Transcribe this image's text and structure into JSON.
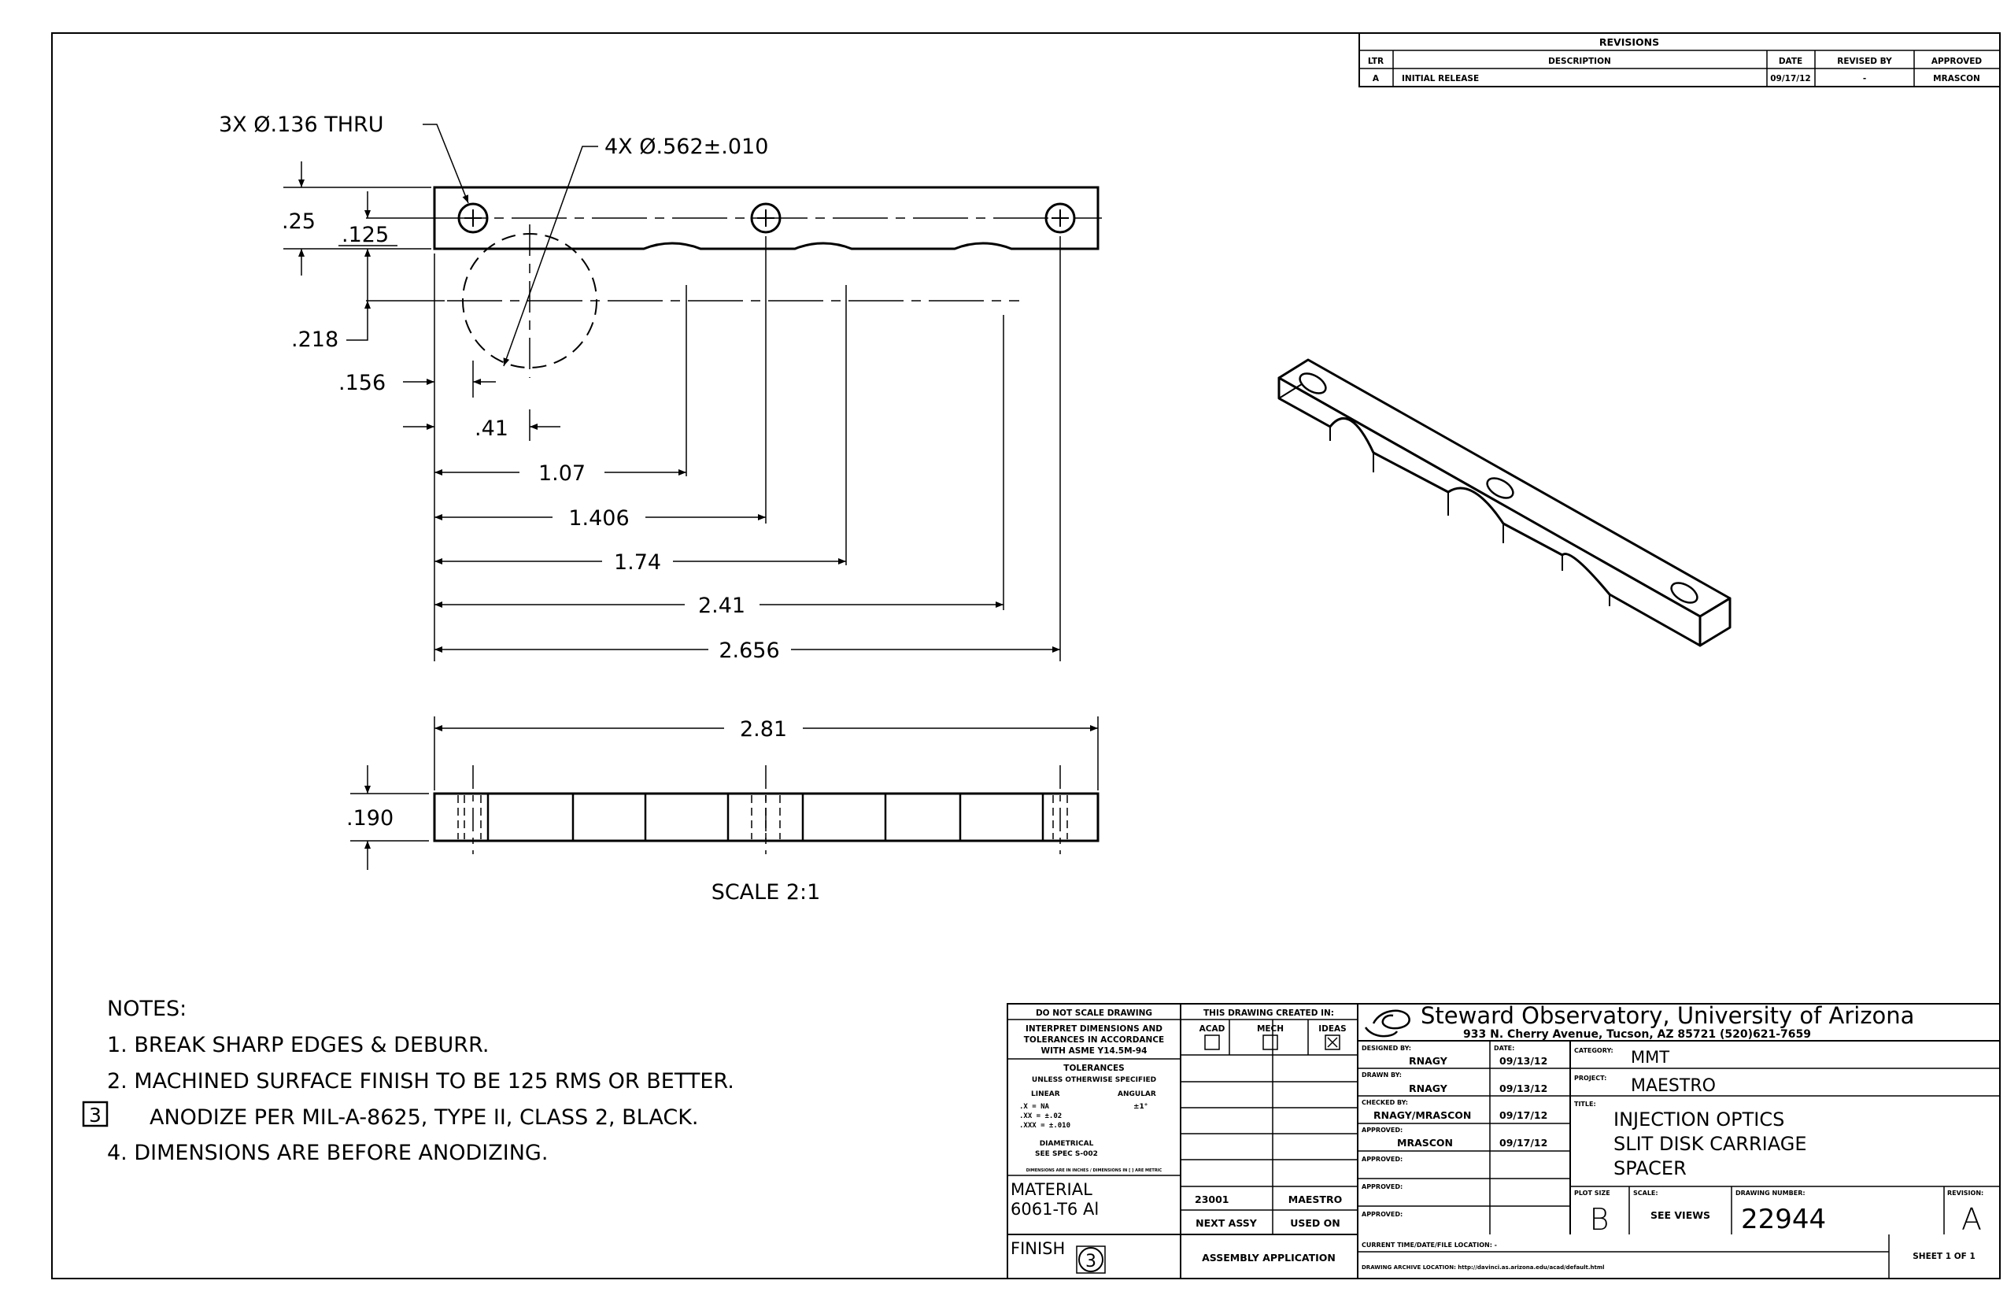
{
  "revisions": {
    "header": "REVISIONS",
    "columns": [
      "LTR",
      "DESCRIPTION",
      "DATE",
      "REVISED BY",
      "APPROVED"
    ],
    "rows": [
      {
        "ltr": "A",
        "description": "INITIAL RELEASE",
        "date": "09/17/12",
        "revised_by": "-",
        "approved": "MRASCON"
      }
    ]
  },
  "dimensions": {
    "hole_callout": "3X Ø.136 THRU",
    "bore_callout": "4X Ø.562±.010",
    "d_025": ".25",
    "d_0125": ".125",
    "d_0218": ".218",
    "d_0156": ".156",
    "d_041": ".41",
    "d_107": "1.07",
    "d_1406": "1.406",
    "d_174": "1.74",
    "d_241": "2.41",
    "d_2656": "2.656",
    "d_281": "2.81",
    "d_0190": ".190",
    "scale_note": "SCALE 2:1"
  },
  "notes": {
    "heading": "NOTES:",
    "items": [
      "1. BREAK SHARP EDGES & DEBURR.",
      "2. MACHINED SURFACE FINISH TO BE 125 RMS OR BETTER.",
      "ANODIZE PER MIL-A-8625, TYPE II, CLASS 2, BLACK.",
      "4. DIMENSIONS ARE BEFORE ANODIZING."
    ],
    "flag_number": "3"
  },
  "title_block": {
    "do_not_scale": "DO NOT SCALE DRAWING",
    "interpret_1": "INTERPRET DIMENSIONS AND",
    "interpret_2": "TOLERANCES IN ACCORDANCE",
    "interpret_3": "WITH ASME Y14.5M-94",
    "tolerances_heading": "TOLERANCES",
    "tolerances_sub": "UNLESS OTHERWISE SPECIFIED",
    "linear": "LINEAR",
    "angular": "ANGULAR",
    "tol_x": ".X   = NA",
    "tol_xx": ".XX  = ±.02",
    "tol_xxx": ".XXX = ±.010",
    "tol_angular": "±1°",
    "diametrical": "DIAMETRICAL",
    "see_spec": "SEE SPEC S-002",
    "dims_in_inches": "DIMENSIONS ARE IN INCHES / DIMENSIONS IN [ ] ARE METRIC",
    "material_label": "MATERIAL",
    "material_value": "6061-T6 Al",
    "finish_label": "FINISH",
    "finish_flag": "3",
    "created_in_label": "THIS DRAWING CREATED IN:",
    "created_in_options": [
      "ACAD",
      "MECH",
      "IDEAS"
    ],
    "created_in_checked": "IDEAS",
    "next_assy_value": "23001",
    "used_on_value": "MAESTRO",
    "next_assy_label": "NEXT ASSY",
    "used_on_label": "USED ON",
    "assembly_application": "ASSEMBLY APPLICATION",
    "org_name": "Steward Observatory, University of Arizona",
    "org_address": "933 N. Cherry Avenue, Tucson, AZ  85721   (520)621-7659",
    "designed_by_label": "DESIGNED BY:",
    "designed_by": "RNAGY",
    "date_label": "DATE:",
    "designed_date": "09/13/12",
    "drawn_by_label": "DRAWN BY:",
    "drawn_by": "RNAGY",
    "drawn_date": "09/13/12",
    "checked_by_label": "CHECKED BY:",
    "checked_by": "RNAGY/MRASCON",
    "checked_date": "09/17/12",
    "approved_label": "APPROVED:",
    "approved_1": "MRASCON",
    "approved_1_date": "09/17/12",
    "category_label": "CATEGORY:",
    "category": "MMT",
    "project_label": "PROJECT:",
    "project": "MAESTRO",
    "title_label": "TITLE:",
    "title_lines": [
      "INJECTION OPTICS",
      "SLIT DISK CARRIAGE",
      "SPACER"
    ],
    "plot_size_label": "PLOT SIZE",
    "plot_size": "B",
    "scale_label": "SCALE:",
    "scale": "SEE VIEWS",
    "drawing_number_label": "DRAWING NUMBER:",
    "drawing_number": "22944",
    "revision_label": "REVISION:",
    "revision": "A",
    "current_location_label": "CURRENT TIME/DATE/FILE LOCATION: -",
    "archive_location_label": "DRAWING ARCHIVE LOCATION: http://davinci.as.arizona.edu/acad/default.html",
    "sheet": "SHEET 1 OF 1"
  }
}
